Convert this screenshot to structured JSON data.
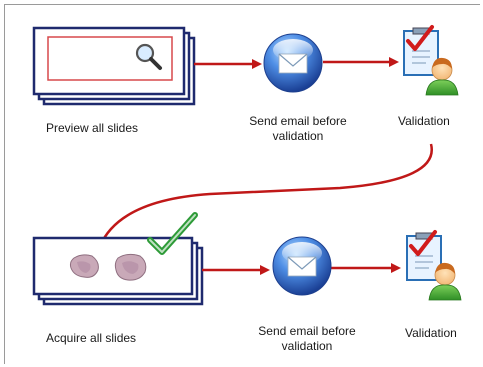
{
  "steps": {
    "preview": "Preview all slides",
    "email_top_line1": "Send email before",
    "email_top_line2": "validation",
    "validation_top": "Validation",
    "acquire": "Acquire all slides",
    "email_bottom_line1": "Send email before",
    "email_bottom_line2": "validation",
    "validation_bottom": "Validation"
  },
  "colors": {
    "card_border": "#1f2a6e",
    "preview_frame": "#d7484b",
    "arrow": "#c01818",
    "envelope_ball": "#3d78d8",
    "checkmark_green": "#2e9b38",
    "clipboard_check": "#d11b1b"
  },
  "icons": [
    "magnifier-icon",
    "email-icon",
    "validation-person-icon",
    "checkmark-icon",
    "tissue-sample-icon"
  ]
}
